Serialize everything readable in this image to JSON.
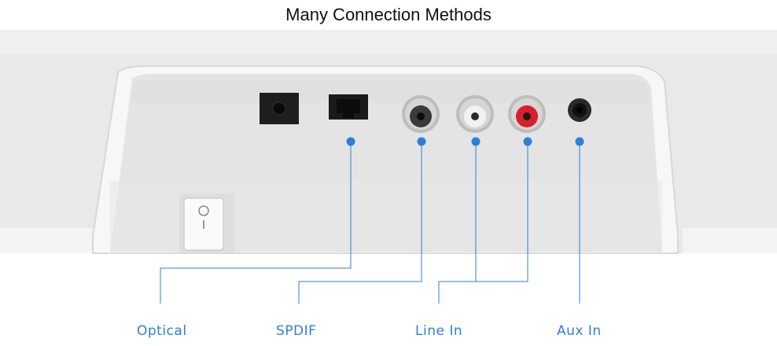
{
  "title": "Many Connection Methods",
  "labels": {
    "optical": "Optical",
    "spdif": "SPDIF",
    "line_in": "Line In",
    "aux_in": "Aux In"
  },
  "colors": {
    "accent": "#2f7fd6",
    "rca_red": "#d8202a",
    "rca_white": "#f2f2f2",
    "rca_black": "#2a2a2a"
  }
}
